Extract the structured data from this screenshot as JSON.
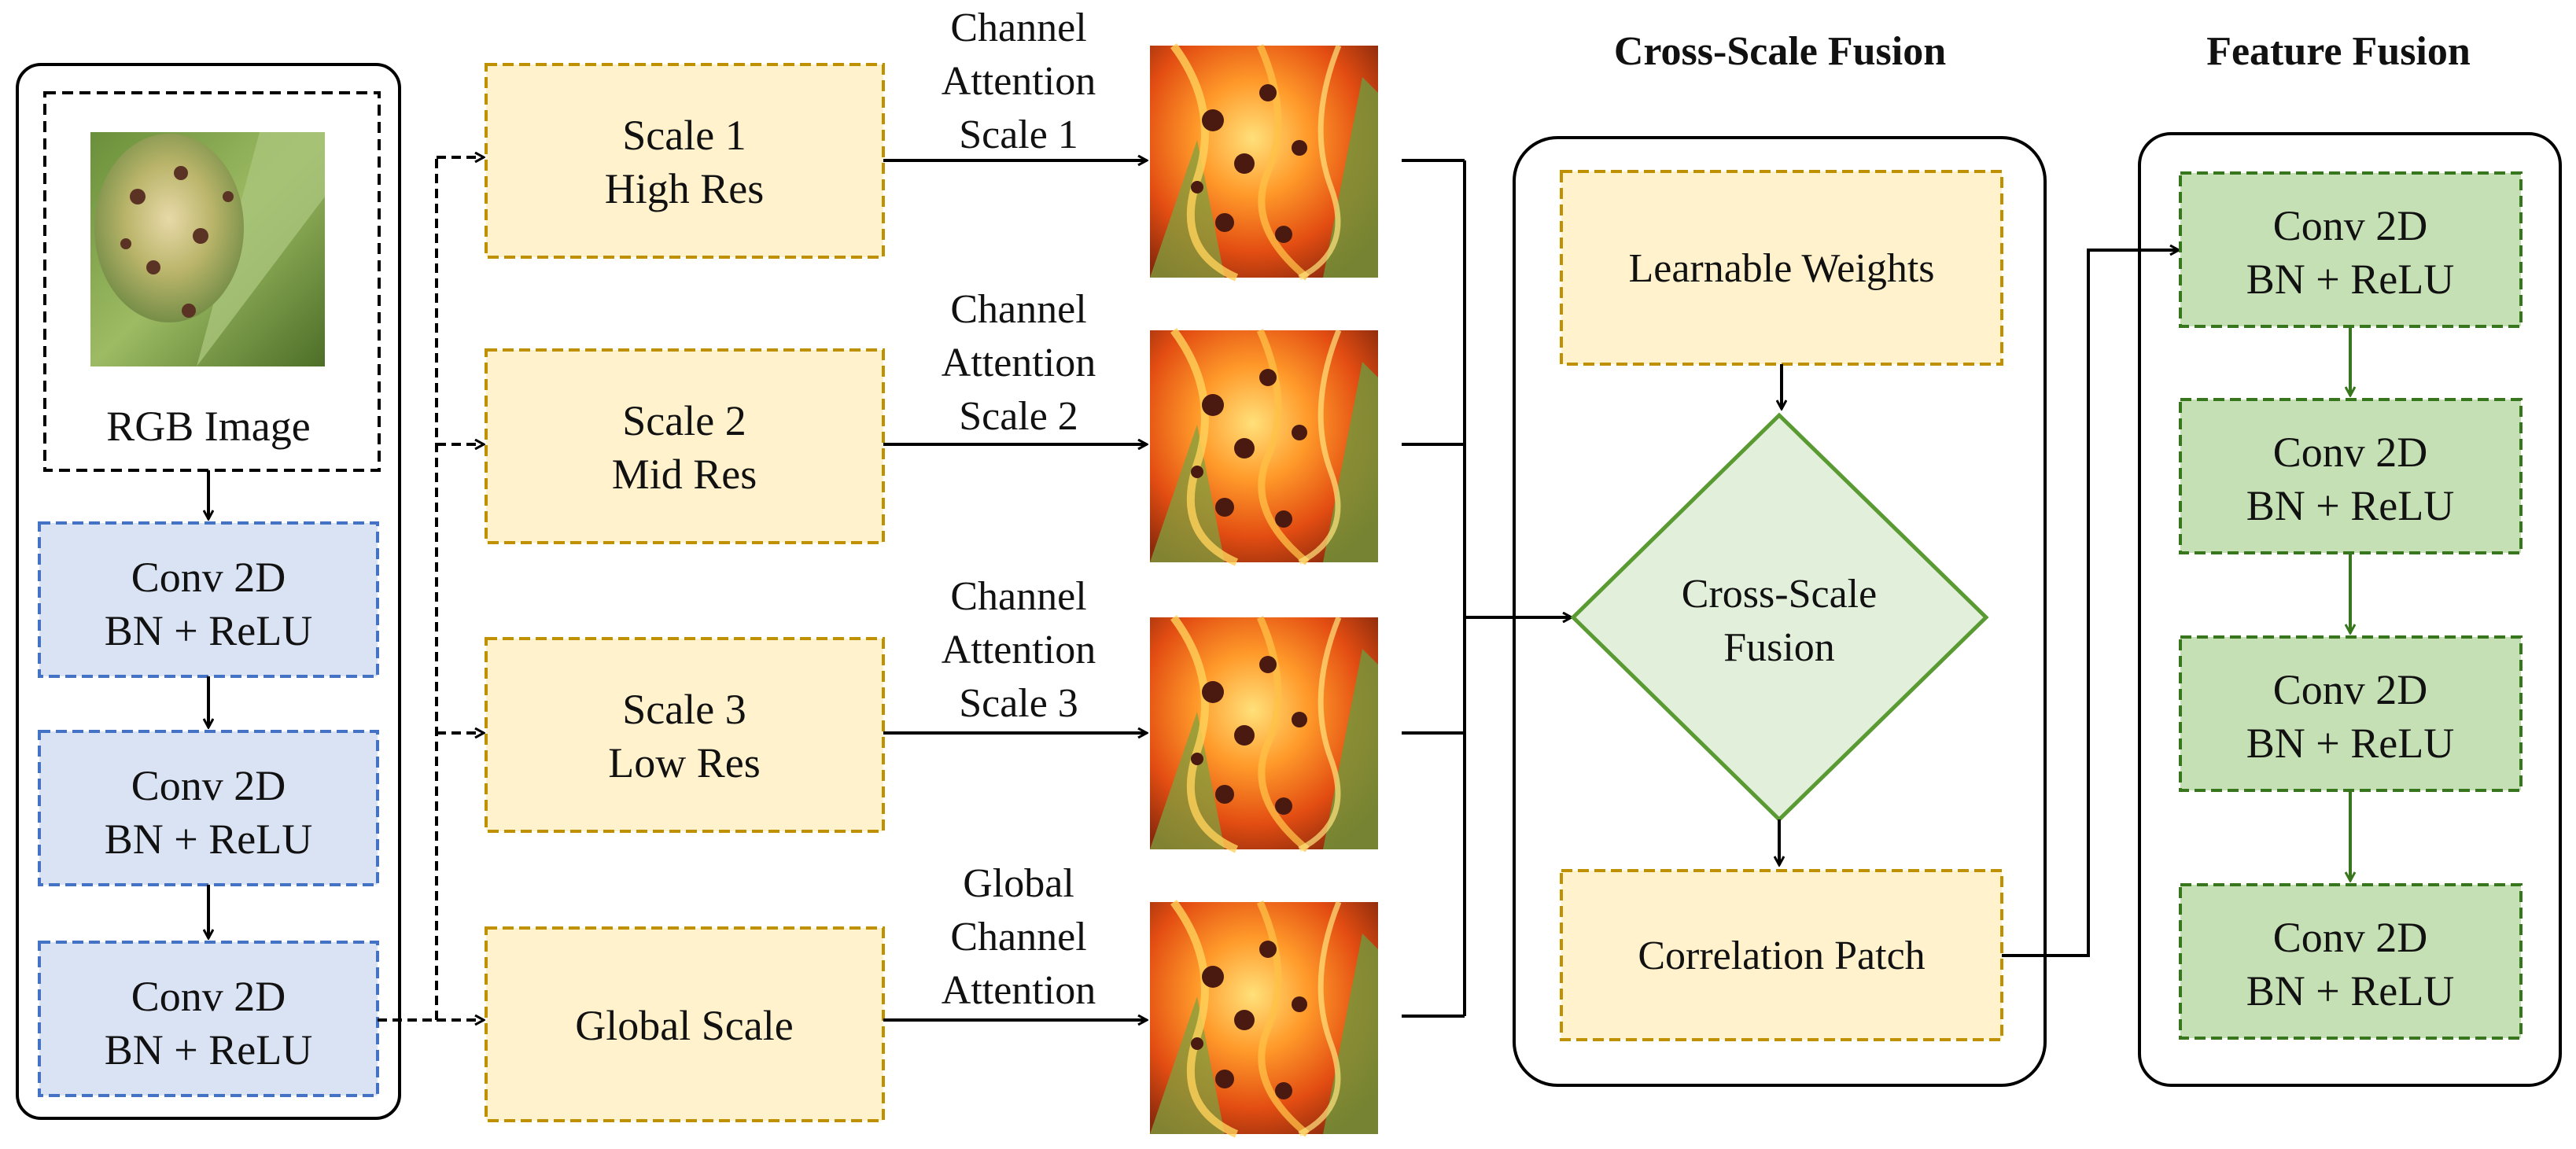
{
  "titles": {
    "cross_scale": "Cross-Scale Fusion",
    "feature_fusion": "Feature Fusion"
  },
  "encoder": {
    "input_label": "RGB Image",
    "blocks": [
      {
        "line1": "Conv 2D",
        "line2": "BN + ReLU"
      },
      {
        "line1": "Conv 2D",
        "line2": "BN + ReLU"
      },
      {
        "line1": "Conv 2D",
        "line2": "BN + ReLU"
      }
    ]
  },
  "scales": [
    {
      "line1": "Scale 1",
      "line2": "High Res"
    },
    {
      "line1": "Scale 2",
      "line2": "Mid Res"
    },
    {
      "line1": "Scale 3",
      "line2": "Low Res"
    },
    {
      "line1": "Global Scale",
      "line2": ""
    }
  ],
  "attention_labels": [
    {
      "line1": "Channel",
      "line2": "Attention",
      "line3": "Scale 1"
    },
    {
      "line1": "Channel",
      "line2": "Attention",
      "line3": "Scale 2"
    },
    {
      "line1": "Channel",
      "line2": "Attention",
      "line3": "Scale 3"
    },
    {
      "line1": "Global",
      "line2": "Channel",
      "line3": "Attention"
    }
  ],
  "fusion": {
    "weights": "Learnable Weights",
    "diamond_line1": "Cross-Scale",
    "diamond_line2": "Fusion",
    "patch": "Correlation Patch"
  },
  "feature_blocks": [
    {
      "line1": "Conv 2D",
      "line2": "BN + ReLU"
    },
    {
      "line1": "Conv 2D",
      "line2": "BN + ReLU"
    },
    {
      "line1": "Conv 2D",
      "line2": "BN + ReLU"
    },
    {
      "line1": "Conv 2D",
      "line2": "BN + ReLU"
    }
  ],
  "colors": {
    "blue_fill": "#dae3f3",
    "blue_stroke": "#4472c4",
    "yellow_fill": "#fff2cc",
    "yellow_stroke": "#bf9000",
    "green_fill": "#c5e0b4",
    "green_stroke": "#38761d",
    "diamond_fill": "#e2efda",
    "diamond_stroke": "#5a9a32"
  }
}
